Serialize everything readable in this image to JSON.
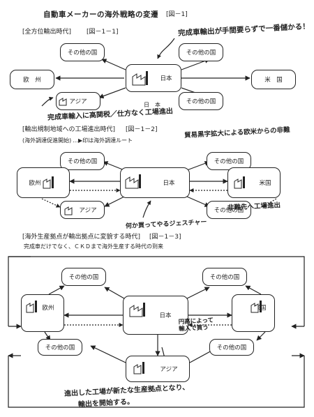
{
  "title": "自動車メーカーの海外戦略の変遷",
  "title_ref": "[図－1]",
  "p1": {
    "heading": "[全方位輸出時代]",
    "ref": "[図－1－1]",
    "other": "その他の国",
    "europe": "欧　州",
    "us": "米　国",
    "asia": "アジア",
    "japan": "日本",
    "japan_below": "日　本",
    "hand_top": "完成車輸出が手間要らずで一番儲かる！",
    "hand_bottom": "完成車輸入に高関税／仕方なく工場進出"
  },
  "p2": {
    "heading": "[輸出規制地域への工場進出時代]",
    "ref": "[図－1－2]",
    "sub_a": "(海外調達促進開始)",
    "sub_b": "…▶印は海外調達ルート",
    "other": "その他の国",
    "europe": "欧州",
    "us": "米国",
    "asia": "アジア",
    "japan": "日本",
    "hand_right": "貿易黒字拡大による欧米からの非難",
    "hand_far": "非難先へ工場進出",
    "hand_bottom": "何か買ってやるジェスチャー"
  },
  "p3": {
    "heading": "[海外生産拠点が輸出拠点に変貌する時代]",
    "ref": "[図－1－3]",
    "sub": "完成車だけでなく、ＣＫＤまで海外生産する時代の到来",
    "other": "その他の国",
    "europe": "欧州",
    "us": "米国",
    "asia": "アジア",
    "japan": "日本",
    "hand_mid": "円高によって\n輸入で買う",
    "hand_bottom_1": "進出した工場が新たな生産拠点となり、",
    "hand_bottom_2": "輸出を開始する。"
  }
}
